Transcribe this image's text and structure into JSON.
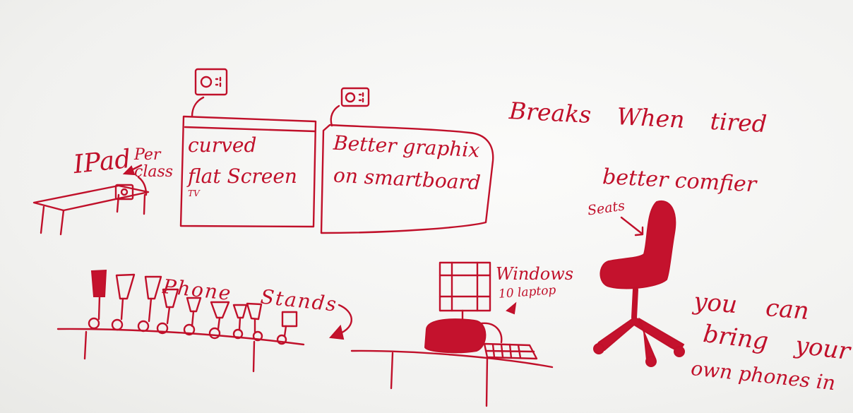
{
  "ink_color": "#c0102a",
  "background_color": "#f4f4f2",
  "labels": {
    "ipad": "IPad",
    "per_class": "Per class",
    "curved": "curved",
    "flat_screen": "flat Screen",
    "tv": "TV",
    "better_graphics": "Better graphix",
    "on_smartboard": "on smartboard",
    "breaks": "Breaks When tired",
    "better_comfier": "better comfier",
    "seats": "Seats",
    "phone_stands": "Phone Stands",
    "windows": "Windows",
    "laptop": "10 laptop",
    "you_can": "you can",
    "bring_your": "bring your",
    "own_phones_in": "own phones in"
  },
  "icons": [
    "outlet-icon",
    "outlet-icon",
    "ipad-icon",
    "phone-stand-icon",
    "computer-monitor-icon",
    "keyboard-icon",
    "chair-icon",
    "arrow-icon"
  ]
}
